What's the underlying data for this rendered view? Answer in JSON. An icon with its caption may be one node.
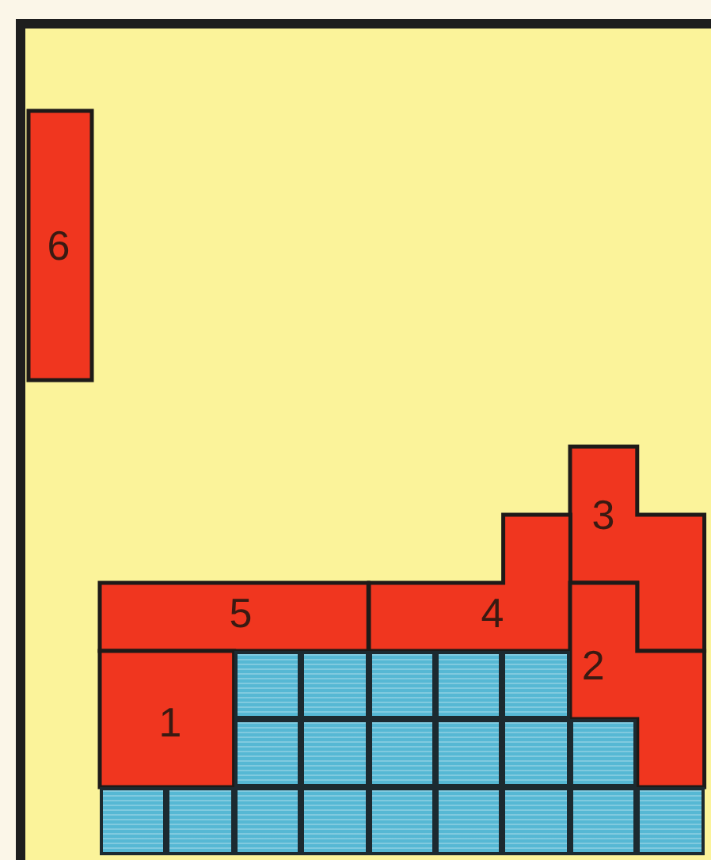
{
  "diagram": {
    "nodes": [
      {
        "text": [
          "6"
        ]
      },
      {
        "text": [
          "3"
        ]
      },
      {
        "text": [
          "5"
        ]
      },
      {
        "text": [
          "4"
        ]
      },
      {
        "text": [
          "2"
        ]
      },
      {
        "text": [
          "1"
        ]
      },
      {
        "text": [],
        "shape": "box"
      },
      {
        "text": [],
        "shape": "box"
      },
      {
        "text": [],
        "shape": "box"
      },
      {
        "text": [],
        "shape": "box"
      },
      {
        "text": [],
        "shape": "box"
      },
      {
        "text": [],
        "shape": "box"
      },
      {
        "text": [],
        "shape": "box"
      },
      {
        "text": [],
        "shape": "box"
      },
      {
        "text": [],
        "shape": "box"
      },
      {
        "text": [],
        "shape": "box"
      },
      {
        "text": [],
        "shape": "box"
      },
      {
        "text": [],
        "shape": "box"
      },
      {
        "text": [],
        "shape": "box"
      },
      {
        "text": [],
        "shape": "box"
      },
      {
        "text": [],
        "shape": "box"
      },
      {
        "text": [],
        "shape": "box"
      },
      {
        "text": [],
        "shape": "box"
      },
      {
        "text": [],
        "shape": "box"
      },
      {
        "text": [],
        "shape": "box"
      },
      {
        "text": [],
        "shape": "box"
      }
    ]
  }
}
